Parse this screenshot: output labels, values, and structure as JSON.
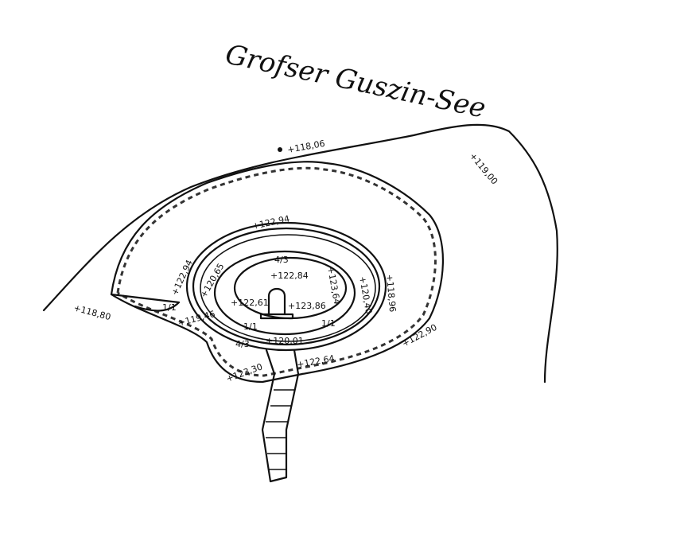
{
  "map": {
    "lake_name": "Grofser Guszin-See",
    "ink_color": "#111111",
    "background_color": "#ffffff",
    "elevations": {
      "shore_top": "+118,06",
      "shore_right": "+119,00",
      "shore_left": "+118,80",
      "outer_ring_top": "+122,94",
      "outer_ring_left": "+122,94",
      "inner_slope_left": "+120,65",
      "path_left": "+119,46",
      "plateau_center": "+122,84",
      "plateau_left": "+122,61",
      "plateau_right": "+123,86",
      "plateau_east": "+123,64",
      "slope_east": "+120,40",
      "ring_east": "+118,96",
      "outer_east": "+122,90",
      "entrance_right": "+122,64",
      "entrance_left": "+123,30",
      "gate": "+120,01"
    },
    "slopes": {
      "top": "4/3",
      "left": "1/1",
      "bottom_left": "1/1",
      "bottom_right": "1/1",
      "entrance": "4/3"
    }
  }
}
